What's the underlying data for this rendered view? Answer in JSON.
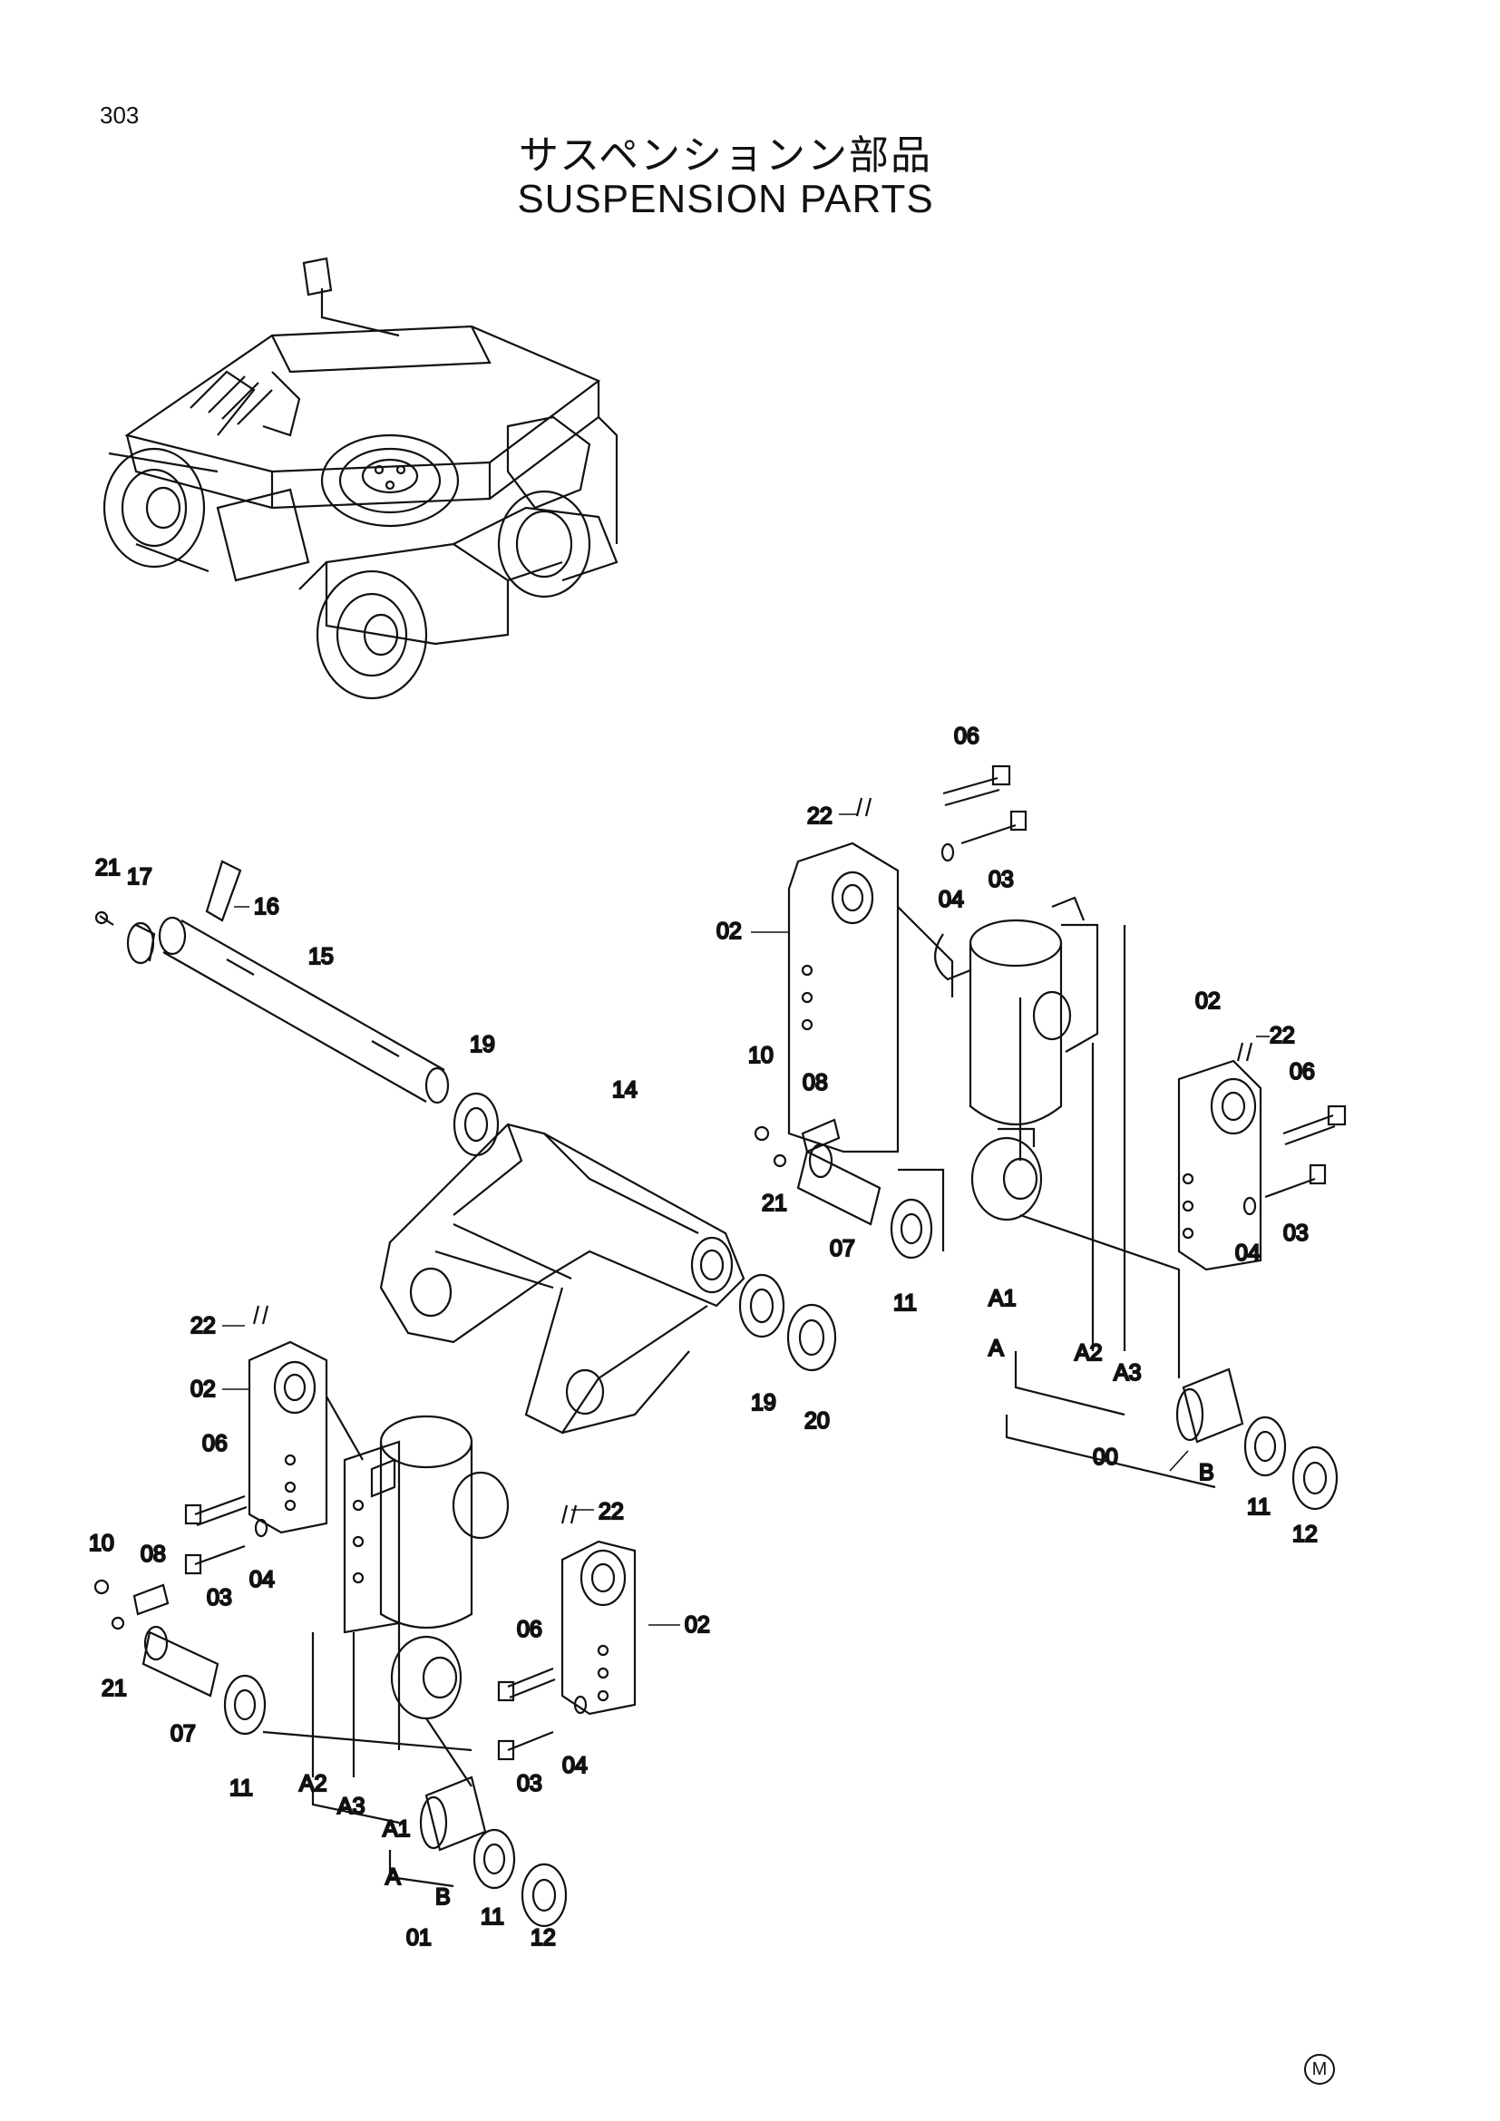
{
  "header": {
    "page_number": "303",
    "title_jp": "サスペンションン部品",
    "title_en": "SUSPENSION  PARTS"
  },
  "labels": {
    "p00": "00",
    "p01": "01",
    "p02": "02",
    "p03": "03",
    "p04": "04",
    "p06": "06",
    "p07": "07",
    "p08": "08",
    "p10": "10",
    "p11": "11",
    "p12": "12",
    "p14": "14",
    "p15": "15",
    "p16": "16",
    "p17": "17",
    "p19": "19",
    "p20": "20",
    "p21": "21",
    "p22": "22",
    "A": "A",
    "A1": "A1",
    "A2": "A2",
    "A3": "A3",
    "B": "B"
  },
  "footer": {
    "mark": "M"
  }
}
